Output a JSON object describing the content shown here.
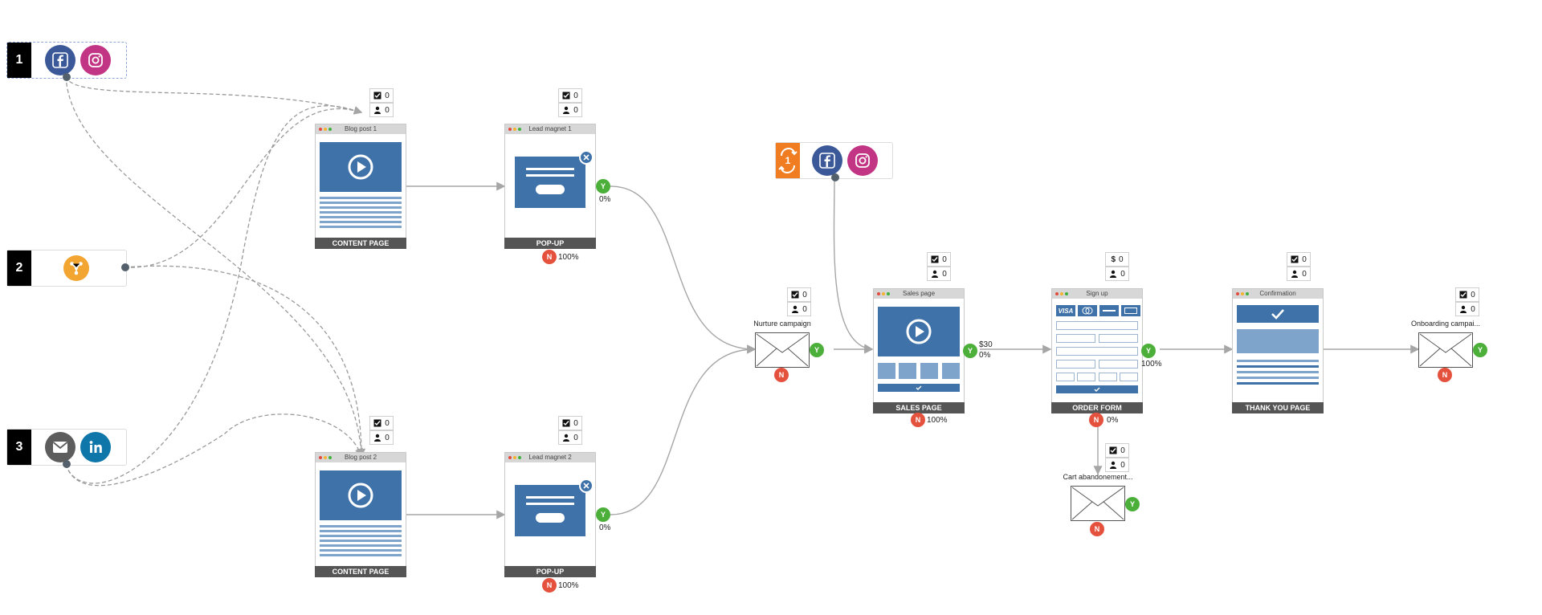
{
  "sources": [
    {
      "number": "1",
      "icons": [
        "facebook-icon",
        "instagram-icon"
      ]
    },
    {
      "number": "2",
      "icons": [
        "share-icon"
      ]
    },
    {
      "number": "3",
      "icons": [
        "email-icon",
        "linkedin-icon"
      ]
    },
    {
      "number": "1",
      "icons": [
        "retarget-icon",
        "facebook-icon",
        "instagram-icon"
      ]
    }
  ],
  "stats": {
    "blog1": [
      "0",
      "0"
    ],
    "lead1": [
      "0",
      "0"
    ],
    "blog2": [
      "0",
      "0"
    ],
    "lead2": [
      "0",
      "0"
    ],
    "nurture": [
      "0",
      "0"
    ],
    "sales": [
      "0",
      "0"
    ],
    "signup": [
      "0",
      "0"
    ],
    "confirm": [
      "0",
      "0"
    ],
    "onboard": [
      "0",
      "0"
    ],
    "cart": [
      "0",
      "0"
    ]
  },
  "signup_stat_prefix": "$",
  "cards": {
    "blog1": {
      "title": "Blog post 1",
      "type": "CONTENT PAGE"
    },
    "lead1": {
      "title": "Lead magnet 1",
      "type": "POP-UP"
    },
    "blog2": {
      "title": "Blog post 2",
      "type": "CONTENT PAGE"
    },
    "lead2": {
      "title": "Lead magnet 2",
      "type": "POP-UP"
    },
    "sales": {
      "title": "Sales page",
      "type": "SALES PAGE"
    },
    "signup": {
      "title": "Sign up",
      "type": "ORDER FORM"
    },
    "confirm": {
      "title": "Confirmation",
      "type": "THANK YOU PAGE"
    }
  },
  "emails": {
    "nurture": "Nurture campaign",
    "onboard": "Onboarding campai...",
    "cart": "Cart abandonement..."
  },
  "badges": {
    "yes": "Y",
    "no": "N"
  },
  "percents": {
    "lead1_yes": "0%",
    "lead1_no": "100%",
    "lead2_yes": "0%",
    "lead2_no": "100%",
    "sales_value": "$30",
    "sales_yes": "0%",
    "sales_no": "100%",
    "signup_yes": "100%",
    "signup_no": "0%"
  },
  "card_labels": {
    "visa": "VISA"
  },
  "colors": {
    "page_blue": "#3f72a8",
    "light_blue": "#7fa4cc",
    "yes_green": "#4caf3a",
    "no_red": "#e4513d",
    "facebook": "#3b5998",
    "instagram": "#c13584",
    "linkedin": "#0e76a8",
    "share": "#f3a531",
    "orange": "#f07d22"
  }
}
